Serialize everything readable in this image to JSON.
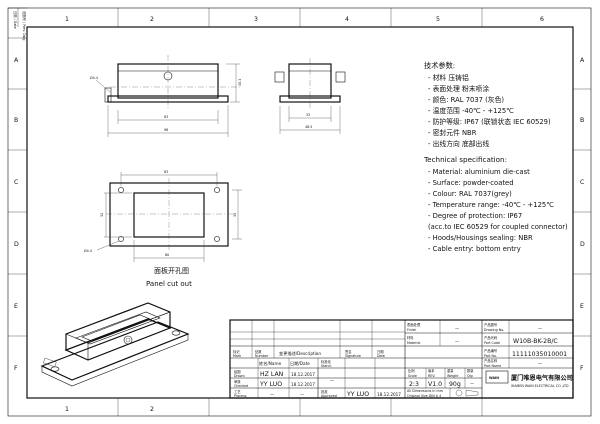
{
  "border": {
    "columns": [
      "1",
      "2",
      "3",
      "4",
      "5",
      "6"
    ],
    "rows": [
      "A",
      "B",
      "C",
      "D",
      "E",
      "F"
    ],
    "left_strip": [
      "日期 / Date",
      "旧图号 / Prev. Dwg"
    ]
  },
  "views": {
    "front": {
      "dia": "Ø4.4",
      "w_inner": "83",
      "w_outer": "98",
      "h": "30.3"
    },
    "side": {
      "w_inner": "32",
      "w_outer": "48.5"
    },
    "panel": {
      "w": "83",
      "w_cut": "60",
      "h": "35",
      "h_cut": "32",
      "dia": "Ø4.4"
    },
    "panel_title_cn": "面板开孔图",
    "panel_title_en": "Panel  cut  out"
  },
  "specs_cn": {
    "title": "技术参数:",
    "items": [
      "- 材料  压铸铝",
      "- 表面处理  粉末喷涂",
      "- 颜色: RAL 7037 (灰色)",
      "- 温度范围  -40℃ - +125℃",
      "- 防护等级: IP67 (联锁状态 IEC 60529)",
      "- 密封元件  NBR",
      "- 出线方向  底部出线"
    ]
  },
  "specs_en": {
    "title": "Technical specification:",
    "items": [
      "- Material: aluminium die-cast",
      "- Surface: powder-coated",
      "- Colour: RAL 7037(grey)",
      "- Temperature range: -40℃ - +125℃",
      "- Degree of protection: IP67",
      "  (acc.to IEC 60529 for coupled connector)",
      "- Hoods/Housings sealing: NBR",
      "- Cable entry: bottom entry"
    ]
  },
  "title_block": {
    "surface_cn": "表面处理",
    "surface_en": "Finish",
    "surface_val": "—",
    "drawing_no_cn": "产品图号",
    "drawing_no_en": "Drawing No.",
    "drawing_no_val": "—",
    "material_cn": "材料",
    "material_en": "Material",
    "material_val": "—",
    "part_code_cn": "产品代码",
    "part_code_en": "Part Code",
    "part_code_val": "W10B-BK-2B/C",
    "part_no_cn": "产品编号",
    "part_no_en": "Part No.",
    "part_no_val": "11111035010001",
    "part_name_cn": "产品名称",
    "part_name_en": "Part Name",
    "part_name_val": "—",
    "hdr_mark": [
      "标记",
      "Mark"
    ],
    "hdr_num": [
      "处数",
      "Number"
    ],
    "hdr_desc": "变更描述/Description",
    "hdr_sign": [
      "签名",
      "Signature"
    ],
    "hdr_date": [
      "日期",
      "Date"
    ],
    "hdr_name": "姓名/Name",
    "hdr_date2": "日期/Date",
    "hdr_std": [
      "标准化",
      "Stand."
    ],
    "hdr_scale": [
      "比例",
      "Scale"
    ],
    "hdr_rev": [
      "版本",
      "REV."
    ],
    "hdr_weight": [
      "重量",
      "Weight"
    ],
    "hdr_qty": [
      "数量",
      "Qty."
    ],
    "row_drawn": [
      "绘图",
      "Drawn"
    ],
    "row_checked": [
      "审核",
      "Checked"
    ],
    "row_process": [
      "工艺",
      "Process"
    ],
    "row_approved": [
      "批准",
      "Approved"
    ],
    "drawn_name": "HZ  LAN",
    "drawn_date": "18.12.2017",
    "checked_name": "YY  LUO",
    "checked_date": "18.12.2017",
    "process_name": "—",
    "process_date": "—",
    "approved_name": "YY  LUO",
    "approved_date": "18.12.2017",
    "std_val": "—",
    "scale": "2:3",
    "rev": "V1.0",
    "weight": "90g",
    "qty": "—",
    "dims_note": [
      "All Dimensions in mm",
      "Original Size DIN A 4"
    ],
    "company_cn": "厦门唯恩电气有限公司",
    "company_en": "XIAMEN WAIN ELECTRICAL CO.,LTD",
    "logo": "WAIN"
  }
}
